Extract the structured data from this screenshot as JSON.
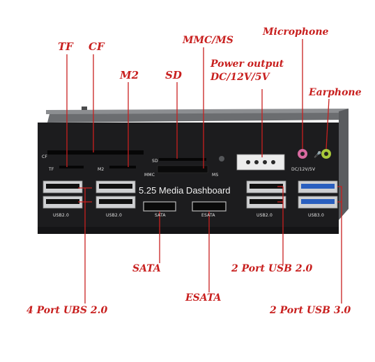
{
  "callouts": {
    "tf": "TF",
    "cf": "CF",
    "m2": "M2",
    "sd": "SD",
    "mmc_ms": "MMC/MS",
    "power_line1": "Power output",
    "power_line2": "DC/12V/5V",
    "microphone": "Microphone",
    "earphone": "Earphone",
    "sata": "SATA",
    "esata": "ESATA",
    "usb2_right": "2 Port USB 2.0",
    "usb2_left": "4 Port UBS 2.0",
    "usb3": "2 Port USB 3.0"
  },
  "panel": {
    "title": "5.25 Media Dashboard",
    "cf": "CF",
    "tf": "TF",
    "m2": "M2",
    "sd": "SD",
    "mmc": "MMC",
    "ms": "MS",
    "dc": "DC/12V/5V",
    "usb2_a": "USB2.0",
    "usb2_b": "USB2.0",
    "usb2_c": "USB2.0",
    "usb3": "USB3.0",
    "sata": "SATA",
    "esata": "ESATA"
  },
  "colors": {
    "callout": "#c8201f",
    "panel": "#1c1c1e",
    "usb3_blue": "#2a5fbf",
    "mic_pink": "#d86aa0",
    "ear_green": "#a8c83a"
  }
}
